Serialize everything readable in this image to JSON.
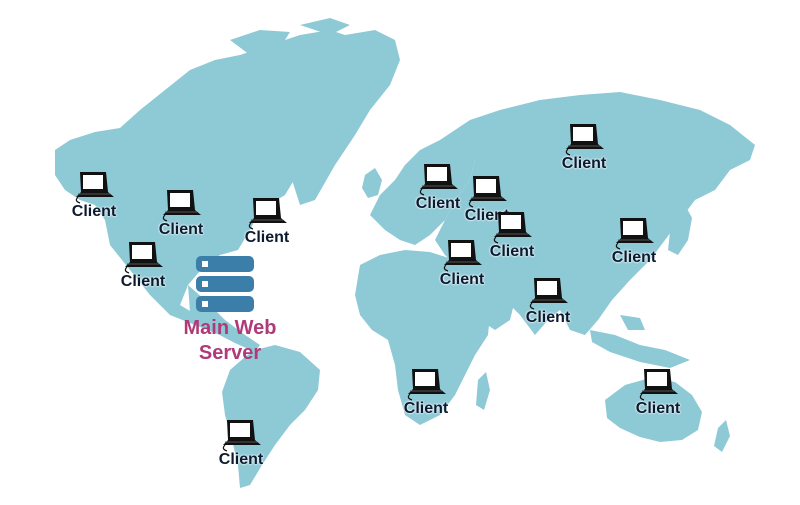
{
  "colors": {
    "land": "#8ec9d6",
    "server": "#3a7ea9",
    "server_label": "#b03a78",
    "laptop": "#111111",
    "label": "#0b1a2e"
  },
  "server": {
    "label_line1": "Main Web",
    "label_line2": "Server",
    "icon": "server-stack-icon"
  },
  "clients": [
    {
      "id": "alaska",
      "label": "Client"
    },
    {
      "id": "canada",
      "label": "Client"
    },
    {
      "id": "quebec",
      "label": "Client"
    },
    {
      "id": "usa-west",
      "label": "Client"
    },
    {
      "id": "south-america",
      "label": "Client"
    },
    {
      "id": "scandinavia",
      "label": "Client"
    },
    {
      "id": "russia-west",
      "label": "Client"
    },
    {
      "id": "siberia",
      "label": "Client"
    },
    {
      "id": "central-asia",
      "label": "Client"
    },
    {
      "id": "middle-east",
      "label": "Client"
    },
    {
      "id": "india",
      "label": "Client"
    },
    {
      "id": "east-asia",
      "label": "Client"
    },
    {
      "id": "southern-africa",
      "label": "Client"
    },
    {
      "id": "australia",
      "label": "Client"
    }
  ]
}
